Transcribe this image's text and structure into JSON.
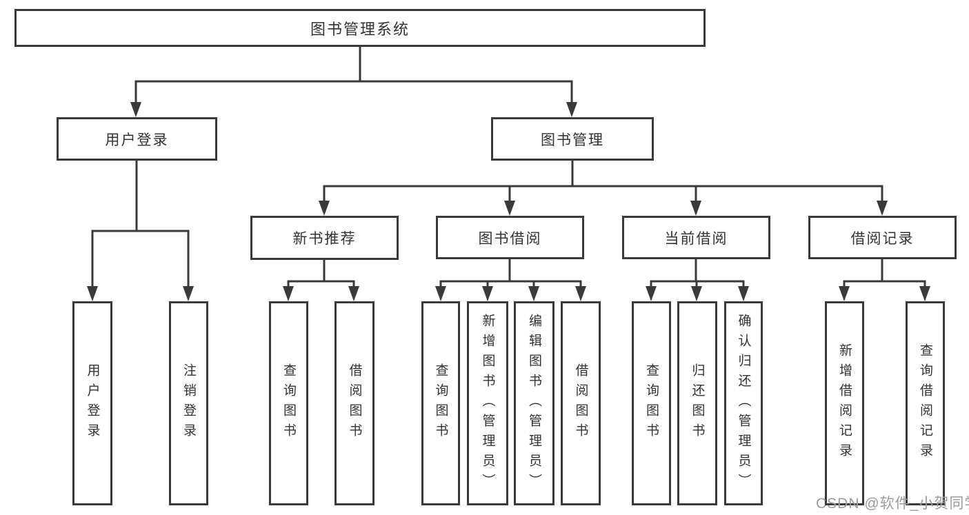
{
  "title": "图书管理系统",
  "watermark": "CSDN @软件_小贺同学",
  "colors": {
    "line": "#3a3a3a",
    "text": "#333333",
    "watermark": "#9b9ba0",
    "background": "#ffffff"
  },
  "tree": {
    "root": "图书管理系统",
    "branches": [
      {
        "label": "用户登录",
        "children": [
          "用户登录",
          "注销登录"
        ]
      },
      {
        "label": "图书管理",
        "sections": [
          {
            "label": "新书推荐",
            "children": [
              "查询图书",
              "借阅图书"
            ]
          },
          {
            "label": "图书借阅",
            "children": [
              "查询图书",
              "新增图书（管理员）",
              "编辑图书（管理员）",
              "借阅图书"
            ]
          },
          {
            "label": "当前借阅",
            "children": [
              "查询图书",
              "归还图书",
              "确认归还（管理员）"
            ]
          },
          {
            "label": "借阅记录",
            "children": [
              "新增借阅记录",
              "查询借阅记录"
            ]
          }
        ]
      }
    ]
  }
}
